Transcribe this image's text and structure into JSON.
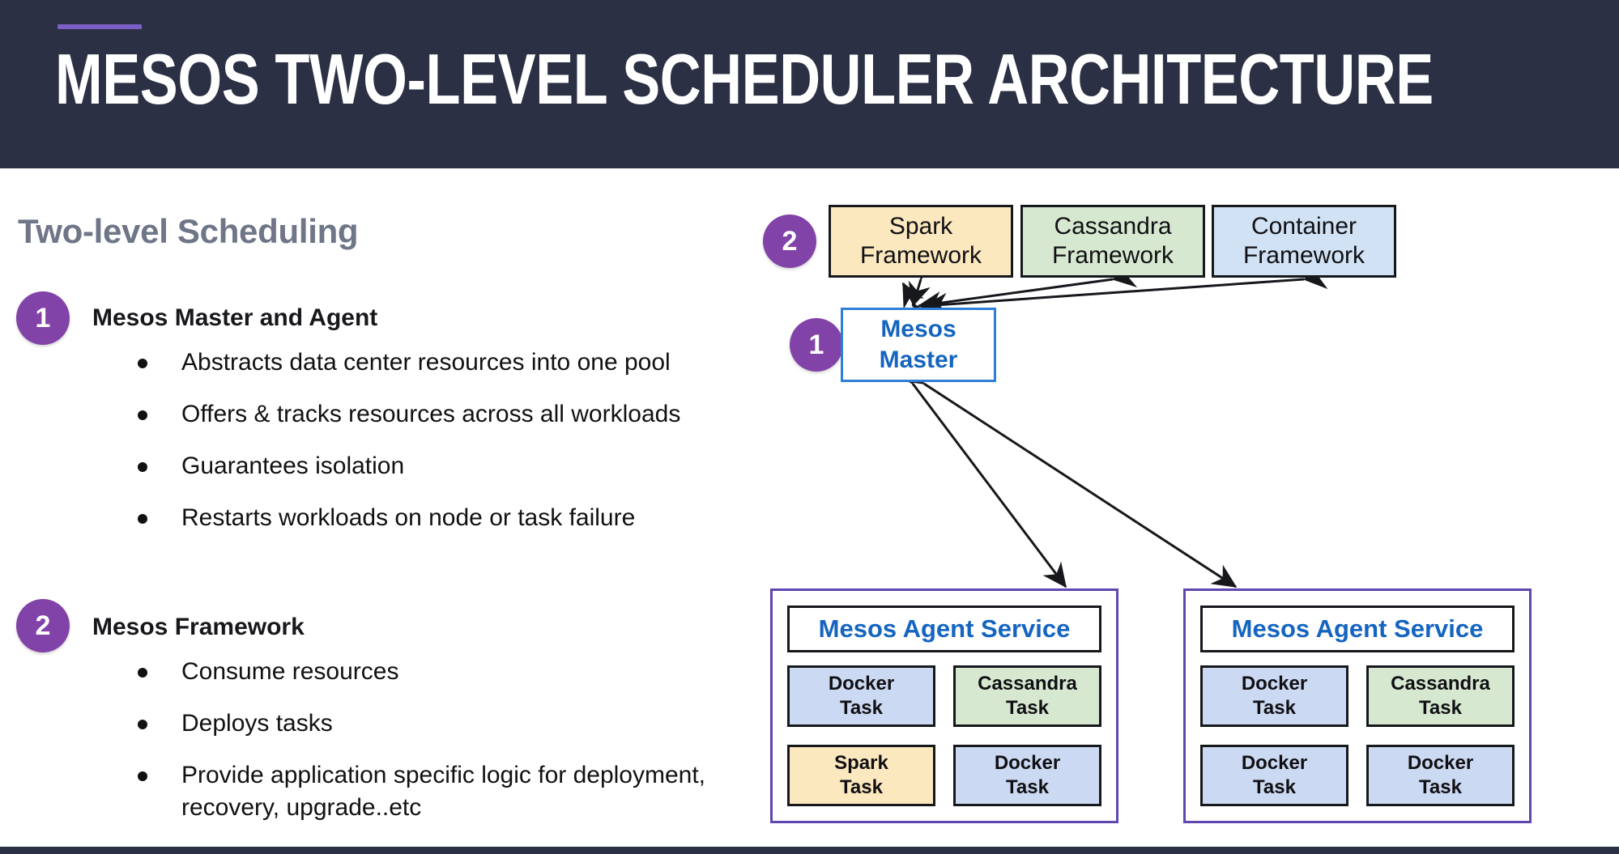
{
  "header": {
    "title": "MESOS TWO-LEVEL SCHEDULER ARCHITECTURE",
    "accent_color": "#7b5fc7",
    "background_color": "#2b3044"
  },
  "left_panel": {
    "section_heading": "Two-level Scheduling",
    "groups": [
      {
        "badge": "1",
        "title": "Mesos Master and Agent",
        "bullets": [
          "Abstracts data center resources into one pool",
          "Offers & tracks resources across all workloads",
          "Guarantees isolation",
          "Restarts workloads on node or task failure"
        ]
      },
      {
        "badge": "2",
        "title": "Mesos Framework",
        "bullets": [
          "Consume resources",
          "Deploys tasks",
          "Provide application specific logic for deployment, recovery, upgrade..etc"
        ]
      }
    ]
  },
  "diagram": {
    "badge_frameworks": "2",
    "badge_master": "1",
    "frameworks": [
      {
        "line1": "Spark",
        "line2": "Framework",
        "color": "#fce8be"
      },
      {
        "line1": "Cassandra",
        "line2": "Framework",
        "color": "#d7e8d0"
      },
      {
        "line1": "Container",
        "line2": "Framework",
        "color": "#d0e2f3"
      }
    ],
    "master": {
      "line1": "Mesos",
      "line2": "Master",
      "border_color": "#2f7ed8",
      "text_color": "#1565c0"
    },
    "agents": [
      {
        "service_label": "Mesos Agent Service",
        "tasks": [
          {
            "line1": "Docker",
            "line2": "Task",
            "color": "#ccd9f2"
          },
          {
            "line1": "Cassandra",
            "line2": "Task",
            "color": "#d7e8d0"
          },
          {
            "line1": "Spark",
            "line2": "Task",
            "color": "#fce8be"
          },
          {
            "line1": "Docker",
            "line2": "Task",
            "color": "#ccd9f2"
          }
        ]
      },
      {
        "service_label": "Mesos Agent Service",
        "tasks": [
          {
            "line1": "Docker",
            "line2": "Task",
            "color": "#ccd9f2"
          },
          {
            "line1": "Cassandra",
            "line2": "Task",
            "color": "#d7e8d0"
          },
          {
            "line1": "Docker",
            "line2": "Task",
            "color": "#ccd9f2"
          },
          {
            "line1": "Docker",
            "line2": "Task",
            "color": "#ccd9f2"
          }
        ]
      }
    ],
    "connections": [
      {
        "from": "Mesos Master",
        "to": "Spark Framework",
        "style": "double-arrow"
      },
      {
        "from": "Mesos Master",
        "to": "Cassandra Framework",
        "style": "double-arrow"
      },
      {
        "from": "Mesos Master",
        "to": "Container Framework",
        "style": "double-arrow"
      },
      {
        "from": "Mesos Master",
        "to": "Mesos Agent Service (left)",
        "style": "double-arrow"
      },
      {
        "from": "Mesos Master",
        "to": "Mesos Agent Service (right)",
        "style": "double-arrow"
      }
    ]
  },
  "colors": {
    "badge_purple": "#8243a8",
    "agent_border_purple": "#6146b0",
    "heading_gray": "#6e7687"
  }
}
